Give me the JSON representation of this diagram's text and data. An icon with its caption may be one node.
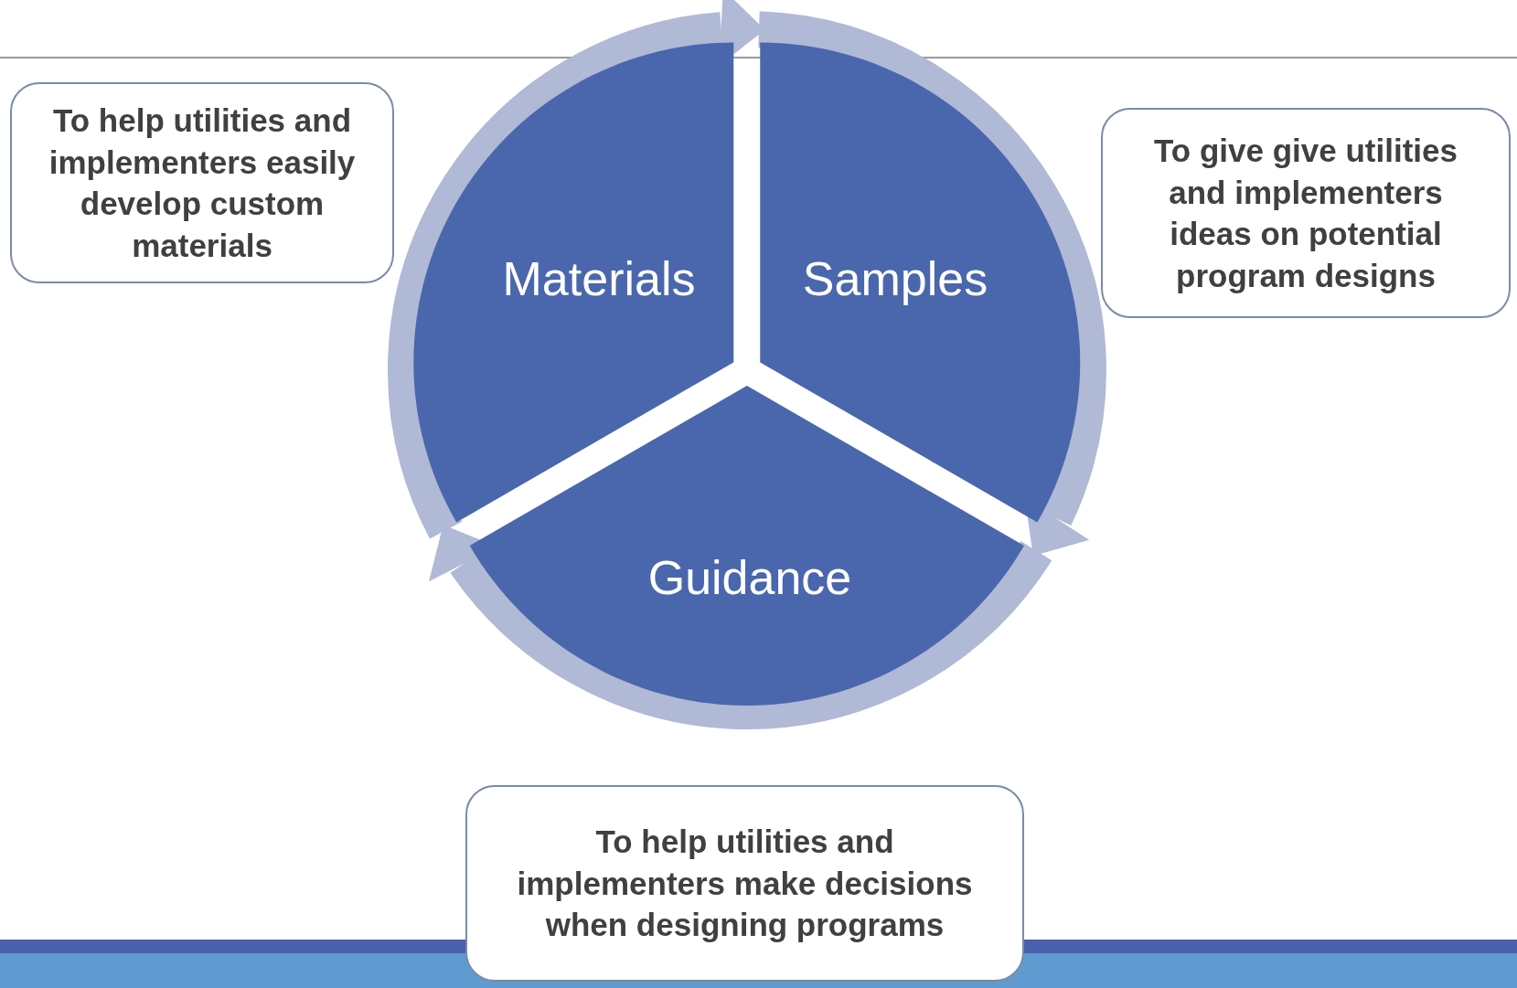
{
  "diagram": {
    "nodes": [
      {
        "text": [
          "Materials"
        ]
      },
      {
        "text": [
          "Samples"
        ]
      },
      {
        "text": [
          "Guidance"
        ]
      },
      {
        "text": [
          "To help utilities and implementers easily develop custom materials"
        ]
      },
      {
        "text": [
          "To give give utilities and implementers ideas on potential program designs"
        ]
      },
      {
        "text": [
          "To help utilities and implementers make decisions when designing programs"
        ]
      }
    ],
    "edges": [
      {
        "from": 0,
        "to": 1,
        "arrow": "to"
      },
      {
        "from": 1,
        "to": 2,
        "arrow": "to"
      },
      {
        "from": 2,
        "to": 0,
        "arrow": "to"
      }
    ]
  }
}
